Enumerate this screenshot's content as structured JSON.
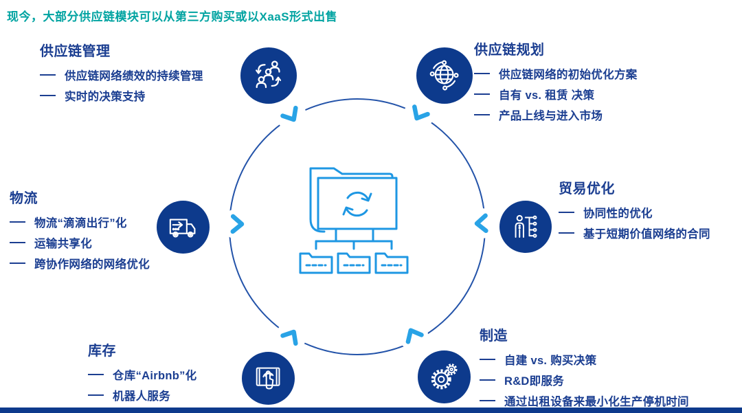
{
  "title": {
    "text": "现今，大部分供应链模块可以从第三方购买或以XaaS形式出售"
  },
  "colors": {
    "title_teal": "#00a3a1",
    "navy": "#0d3a8c",
    "text_blue": "#1b3e91",
    "chevron_azure": "#29a3e6",
    "center_icon_azure": "#1e97e3",
    "ring_blue": "#2353a9"
  },
  "center": {
    "icon": "sync-folder-hub-icon"
  },
  "modules": [
    {
      "id": "supply-chain-management",
      "heading": "供应链管理",
      "icon": "people-sync-icon",
      "items": [
        "供应链网络绩效的持续管理",
        "实时的决策支持"
      ]
    },
    {
      "id": "supply-chain-planning",
      "heading": "供应链规划",
      "icon": "globe-network-icon",
      "items": [
        "供应链网络的初始优化方案",
        "自有 vs. 租赁 决策",
        "产品上线与进入市场"
      ]
    },
    {
      "id": "logistics",
      "heading": "物流",
      "icon": "truck-icon",
      "items": [
        "物流“滴滴出行”化",
        "运输共享化",
        "跨协作网络的网络优化"
      ]
    },
    {
      "id": "trade-optimization",
      "heading": "贸易优化",
      "icon": "person-decision-tree-icon",
      "items": [
        "协同性的优化",
        "基于短期价值网络的合同"
      ]
    },
    {
      "id": "inventory",
      "heading": "库存",
      "icon": "touch-screen-icon",
      "items": [
        "仓库“Airbnb”化",
        "机器人服务"
      ]
    },
    {
      "id": "manufacturing",
      "heading": "制造",
      "icon": "gears-icon",
      "items": [
        "自建 vs. 购买决策",
        "R&D即服务",
        "通过出租设备来最小化生产停机时间"
      ]
    }
  ]
}
